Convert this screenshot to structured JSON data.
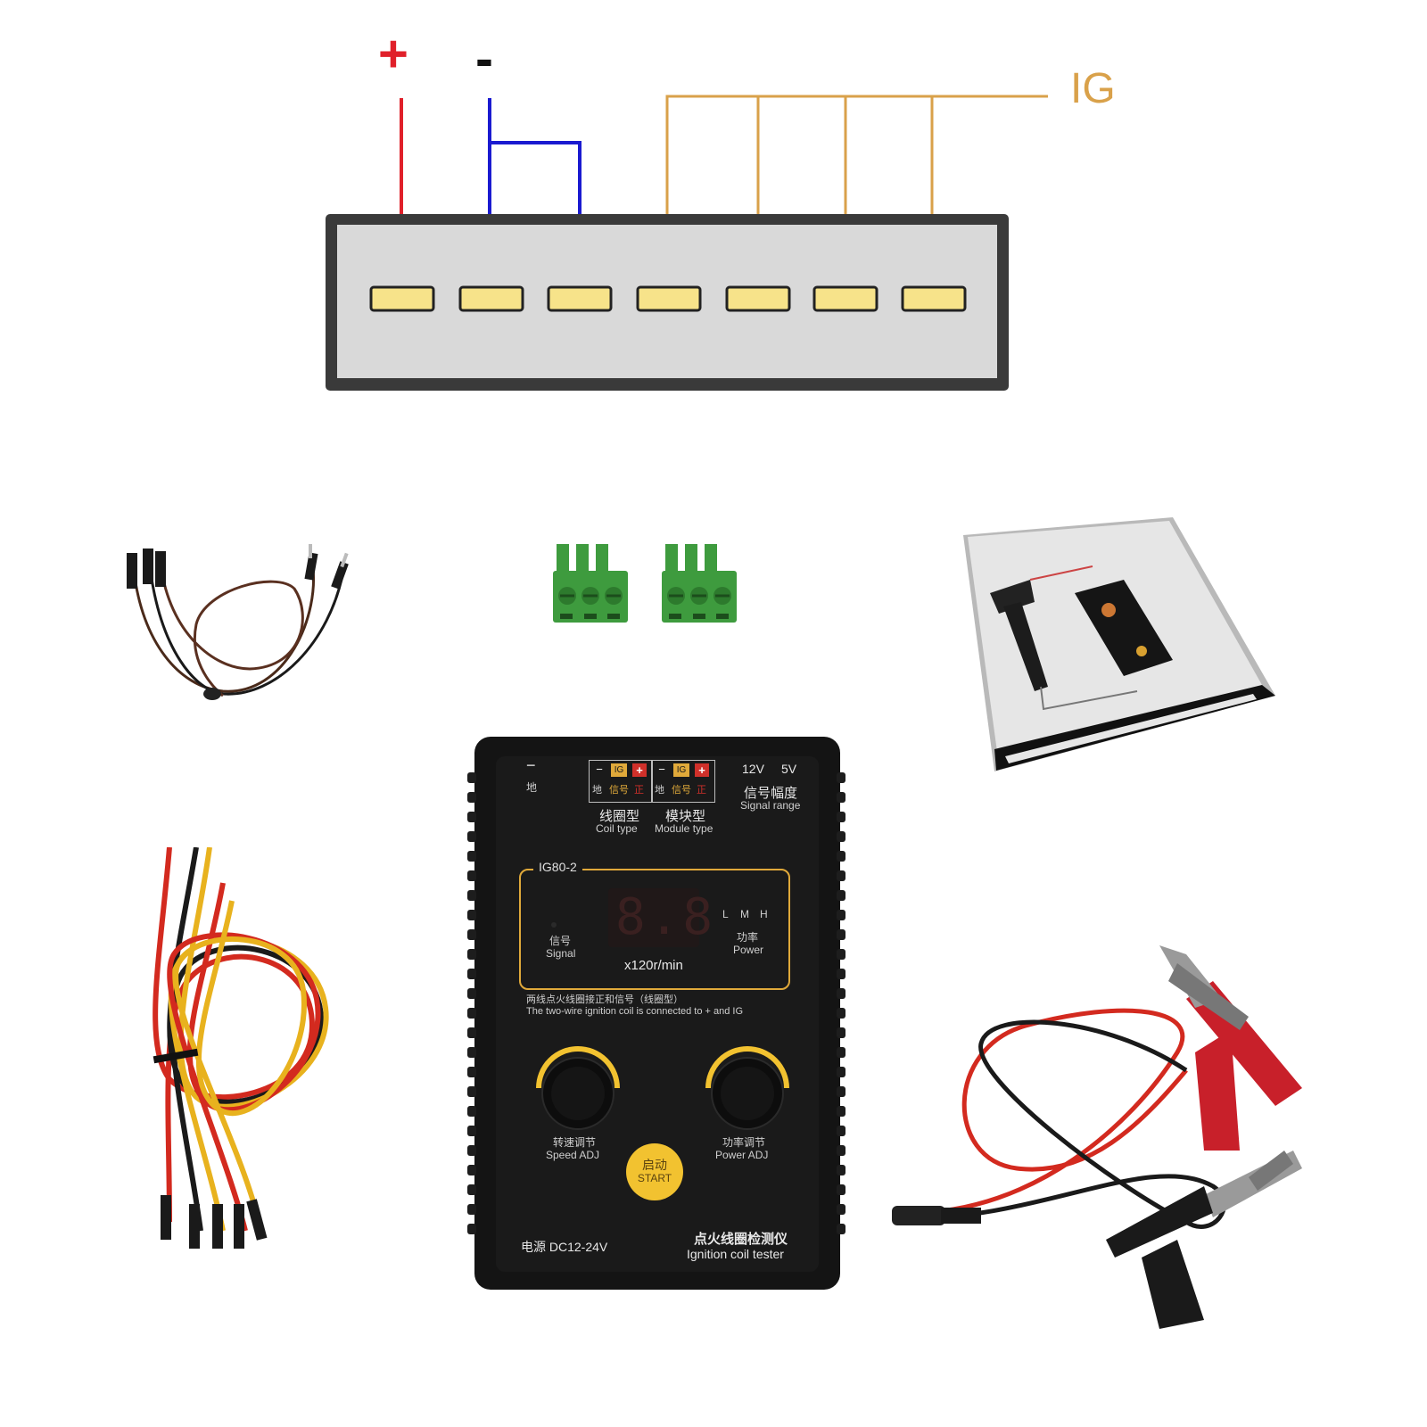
{
  "diagram": {
    "plus_label": "+",
    "minus_label": "-",
    "ig_label": "IG",
    "colors": {
      "plus_wire": "#e0202a",
      "minus_wire": "#1a1ad0",
      "ig_wire": "#d9a14a",
      "pin_fill": "#f7e38a",
      "connector_body": "#d9d9d9",
      "connector_frame": "#3a3a3a"
    },
    "pin_count": 7
  },
  "tester": {
    "ground_symbol": "−",
    "ground_cn": "地",
    "coil_type_cn": "线圈型",
    "coil_type_en": "Coil type",
    "module_type_cn": "模块型",
    "module_type_en": "Module type",
    "terminal_labels": [
      "地",
      "信号",
      "正"
    ],
    "terminal_symbols": [
      "−",
      "IG",
      "+"
    ],
    "signal_range_voltages": [
      "12V",
      "5V"
    ],
    "signal_range_cn": "信号幅度",
    "signal_range_en": "Signal range",
    "model": "IG80-2",
    "display_value": "8.8",
    "signal_cn": "信号",
    "signal_en": "Signal",
    "power_levels": [
      "L",
      "M",
      "H"
    ],
    "power_cn": "功率",
    "power_en": "Power",
    "rpm_unit": "x120r/min",
    "note_cn": "两线点火线圈接正和信号（线圈型）",
    "note_en": "The two-wire ignition coil is connected to + and IG",
    "speed_adj_cn": "转速调节",
    "speed_adj_en": "Speed ADJ",
    "power_adj_cn": "功率调节",
    "power_adj_en": "Power ADJ",
    "start_cn": "启动",
    "start_en": "START",
    "supply": "电源  DC12-24V",
    "product_cn": "点火线圈检测仪",
    "product_en": "Ignition coil tester",
    "colors": {
      "body": "#141414",
      "accent": "#e0a93a",
      "start_button": "#f2c230"
    }
  },
  "accessories": {
    "items": [
      "jumper-wire-3",
      "green-terminal-block",
      "green-terminal-block",
      "manual",
      "jumper-wire-bundle",
      "alligator-clip-power-cable"
    ],
    "colors": {
      "terminal_green": "#3e9b3e",
      "wire_red": "#d32a1f",
      "wire_yellow": "#e8b21e",
      "wire_black": "#1a1a1a",
      "clip_red": "#c8202a"
    }
  }
}
